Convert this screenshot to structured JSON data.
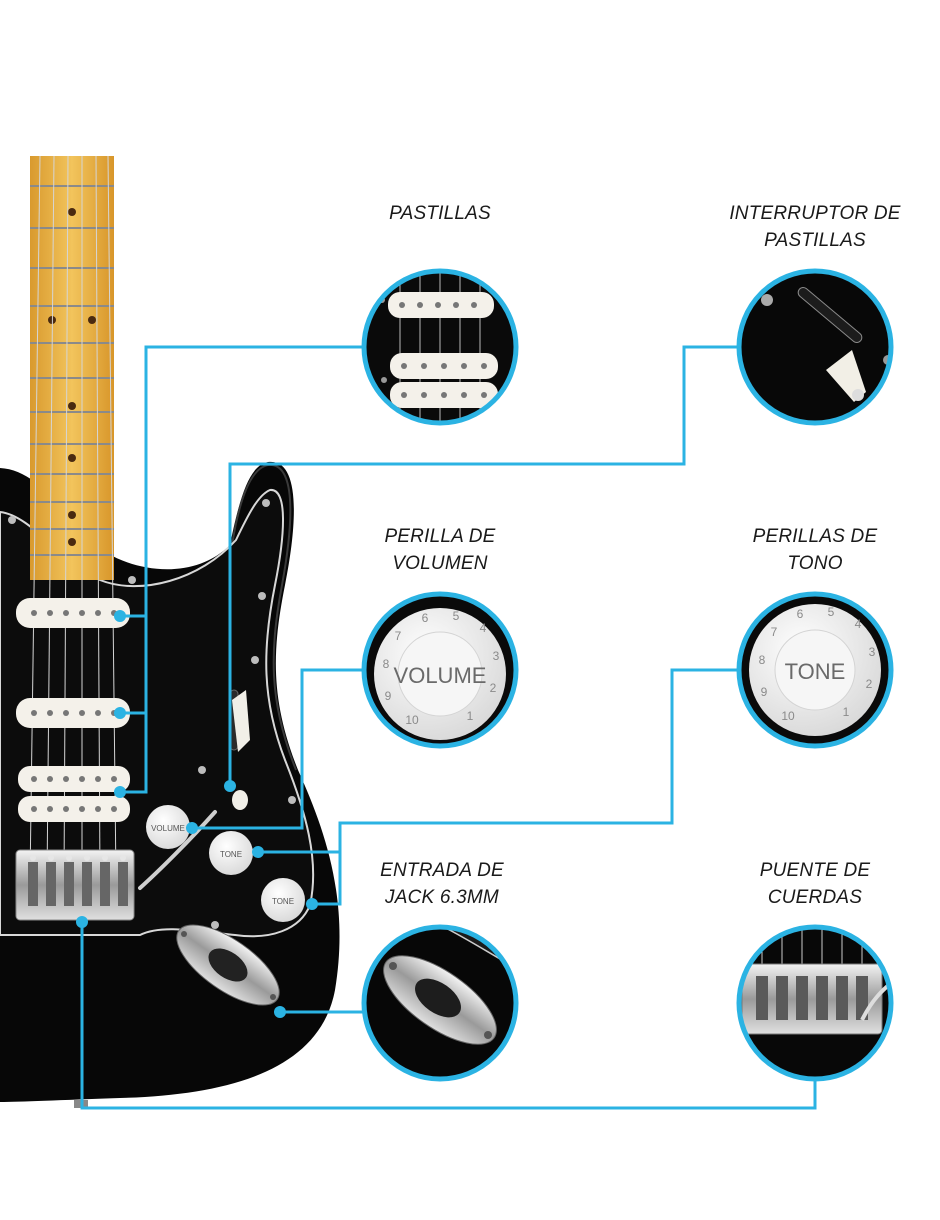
{
  "accent_color": "#2bb3e3",
  "guitar": {
    "knob_volume_text": "VOLUME",
    "knob_tone1_text": "TONE",
    "knob_tone2_text": "TONE"
  },
  "callouts": [
    {
      "id": "pickups",
      "line1": "PASTILLAS",
      "line2": ""
    },
    {
      "id": "pickup-switch",
      "line1": "INTERRUPTOR DE",
      "line2": "PASTILLAS"
    },
    {
      "id": "volume-knob",
      "line1": "PERILLA DE",
      "line2": "VOLUMEN"
    },
    {
      "id": "tone-knobs",
      "line1": "PERILLAS DE",
      "line2": "TONO"
    },
    {
      "id": "jack-input",
      "line1": "ENTRADA DE",
      "line2": "JACK 6.3MM"
    },
    {
      "id": "bridge",
      "line1": "PUENTE DE",
      "line2": "CUERDAS"
    }
  ],
  "detail_views": {
    "volume_knob_text": "VOLUME",
    "volume_knob_numbers": [
      "10",
      "9",
      "8",
      "7",
      "6",
      "5",
      "4",
      "3",
      "2",
      "1"
    ],
    "tone_knob_text": "TONE",
    "tone_knob_numbers": [
      "10",
      "9",
      "8",
      "7",
      "6",
      "5",
      "4",
      "3",
      "2",
      "1"
    ]
  }
}
